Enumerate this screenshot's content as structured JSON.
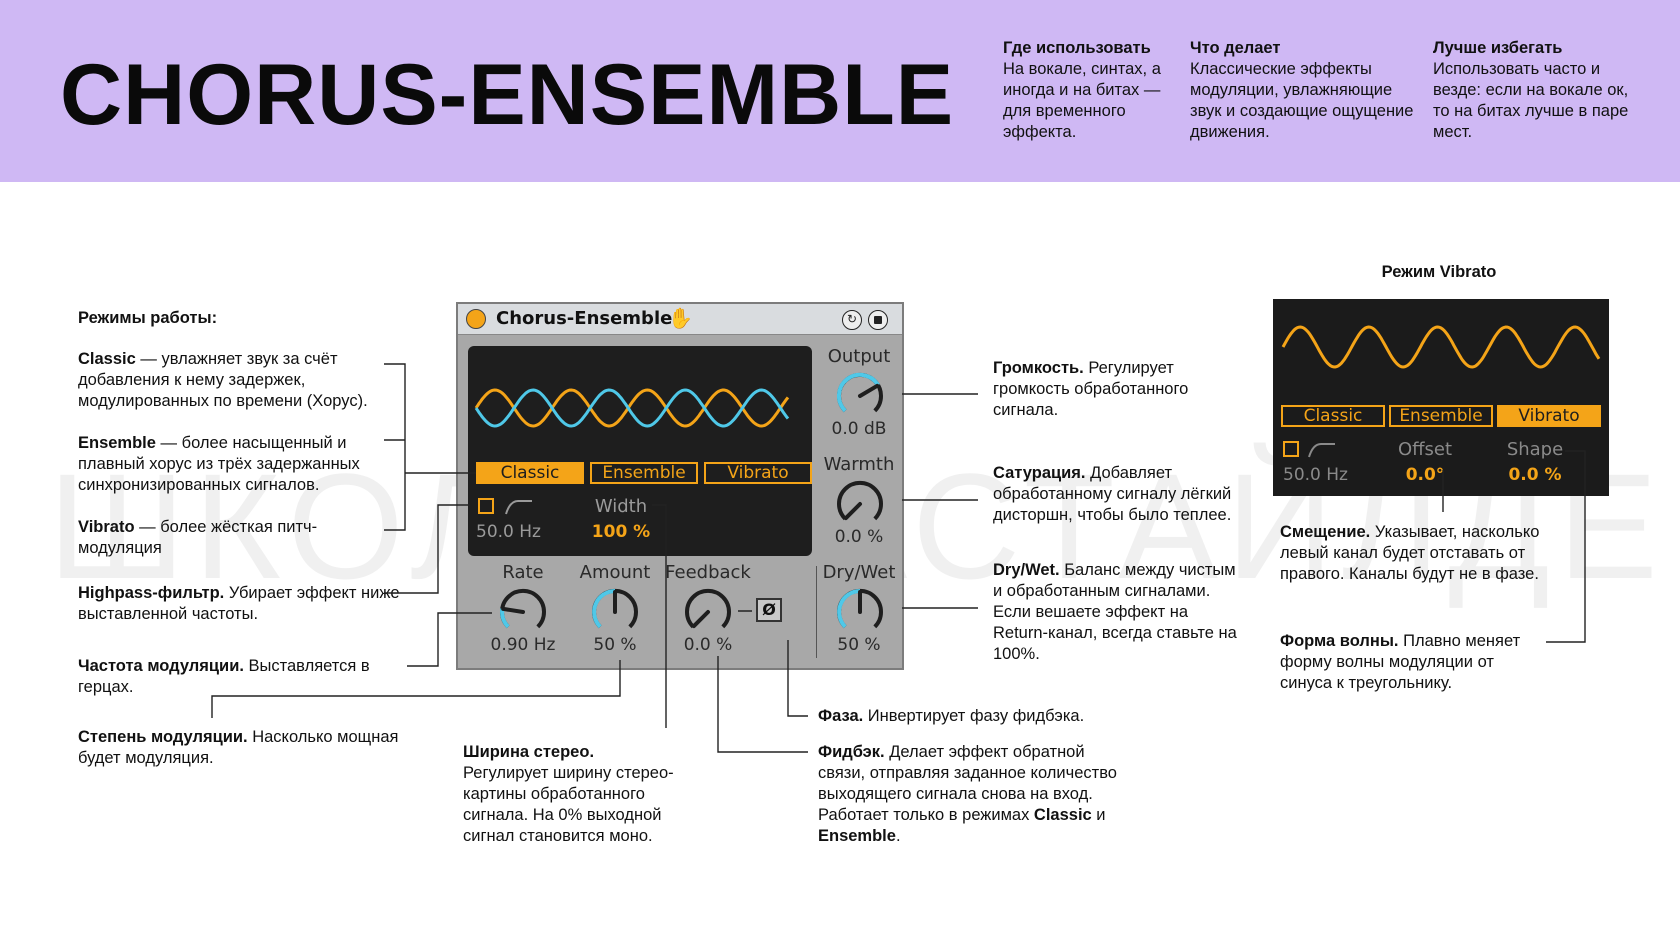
{
  "header": {
    "title": "CHORUS-ENSEMBLE",
    "col1_title": "Где использовать",
    "col1_text": "На вокале, синтах, а иногда и на битах — для временного эффекта.",
    "col2_title": "Что делает",
    "col2_text": "Классические эффекты модуляции, увлажняющие звук и создающие ощущение движения.",
    "col3_title": "Лучше избегать",
    "col3_text": "Использовать часто и везде: если на вокале ок, то на битах лучше в паре мест."
  },
  "watermark": "ШКОЛА МАСТАЙЛДЕ",
  "left_notes": {
    "modes_title": "Режимы работы:",
    "classic_name": "Classic",
    "classic_text": " — увлажняет звук за счёт добавления к нему задержек, модулированных по времени (Хорус).",
    "ensemble_name": "Ensemble",
    "ensemble_text": " — более насыщенный и плавный хорус из трёх задержанных синхронизированных сигналов.",
    "vibrato_name": "Vibrato",
    "vibrato_text": " — более жёсткая питч-модуляция",
    "highpass_name": "Highpass-фильтр.",
    "highpass_text": " Убирает эффект ниже выставленной частоты.",
    "rate_name": "Частота модуляции.",
    "rate_text": " Выставляется в герцах.",
    "amount_name": "Степень модуляции.",
    "amount_text": " Насколько мощная будет модуляция."
  },
  "bottom_notes": {
    "width_name": "Ширина стерео.",
    "width_text": "Регулирует ширину стерео-картины обработанного сигнала. На 0% выходной сигнал становится моно.",
    "phase_name": "Фаза.",
    "phase_text": " Инвертирует фазу фидбэка.",
    "feedback_name": "Фидбэк.",
    "feedback_text": " Делает эффект обратной связи, отправляя заданное количество выходящего сигнала снова на вход. Работает только в режимах ",
    "feedback_classic": "Classic",
    "feedback_and": " и ",
    "feedback_ensemble": "Ensemble",
    "feedback_end": "."
  },
  "right_notes": {
    "volume_name": "Громкость.",
    "volume_text": " Регулирует громкость обработанного сигнала.",
    "saturation_name": "Сатурация.",
    "saturation_text": " Добавляет обработанному сигналу лёгкий дисторшн, чтобы было теплее.",
    "drywet_name": "Dry/Wet.",
    "drywet_text": " Баланс между чистым и обработанным сигналами. Если вешаете эффект на Return-канал, всегда ставьте на 100%.",
    "offset_name": "Смещение.",
    "offset_text": " Указывает, насколько левый канал будет отставать от правого. Каналы будут не в фазе.",
    "shape_name": "Форма волны.",
    "shape_text": " Плавно меняет форму волны модуляции от синуса к треугольнику."
  },
  "device": {
    "title": "Chorus-Ensemble",
    "modes": [
      "Classic",
      "Ensemble",
      "Vibrato"
    ],
    "active_mode": "Classic",
    "highpass_freq": "50.0 Hz",
    "width_label": "Width",
    "width_value": "100 %",
    "output_label": "Output",
    "output_value": "0.0 dB",
    "warmth_label": "Warmth",
    "warmth_value": "0.0 %",
    "rate_label": "Rate",
    "rate_value": "0.90 Hz",
    "amount_label": "Amount",
    "amount_value": "50 %",
    "feedback_label": "Feedback",
    "feedback_value": "0.0 %",
    "phase_symbol": "Ø",
    "drywet_label": "Dry/Wet",
    "drywet_value": "50 %",
    "colors": {
      "accent": "#f4a418",
      "wave_blue": "#4fc8e8",
      "knob_blue": "#4fc8e8"
    }
  },
  "vibrato_panel": {
    "title": "Режим Vibrato",
    "modes": [
      "Classic",
      "Ensemble",
      "Vibrato"
    ],
    "active_mode": "Vibrato",
    "highpass_freq": "50.0 Hz",
    "offset_label": "Offset",
    "offset_value": "0.0°",
    "shape_label": "Shape",
    "shape_value": "0.0 %"
  }
}
